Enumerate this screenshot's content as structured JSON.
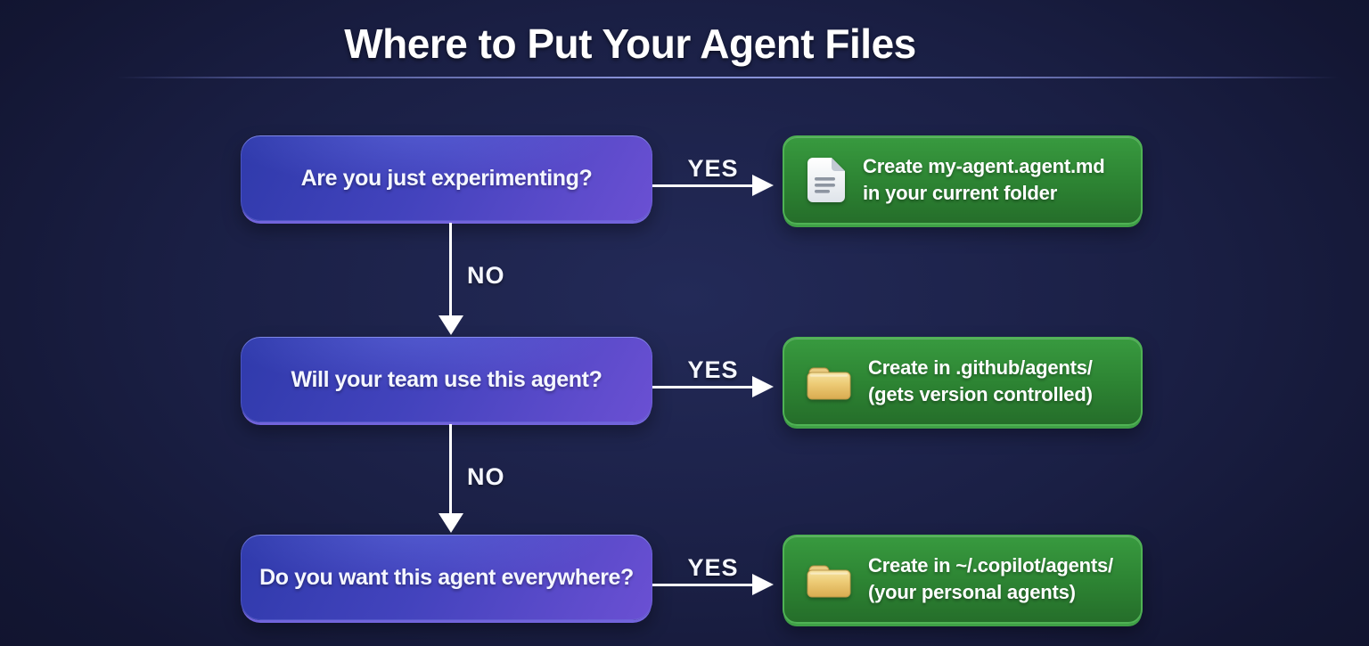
{
  "title": "Where to Put Your Agent Files",
  "colors": {
    "background_center": "#232a58",
    "background_edge": "#0e1128",
    "decision_box_gradient_start": "#2f3aab",
    "decision_box_gradient_end": "#6b50d3",
    "result_box_fill": "#2d8433",
    "result_box_border": "#4fb254",
    "arrow": "#ffffff",
    "text": "#ffffff"
  },
  "flow": {
    "rows": [
      {
        "question": "Are you just experimenting?",
        "yes_label": "YES",
        "icon": "document-icon",
        "result_line1": "Create my-agent.agent.md",
        "result_line2": "in your current folder",
        "no_label": "NO"
      },
      {
        "question": "Will your team use this agent?",
        "yes_label": "YES",
        "icon": "folder-icon",
        "result_line1": "Create in .github/agents/",
        "result_line2": "(gets version controlled)",
        "no_label": "NO"
      },
      {
        "question": "Do you want this agent everywhere?",
        "yes_label": "YES",
        "icon": "folder-icon",
        "result_line1": "Create in ~/.copilot/agents/",
        "result_line2": "(your personal agents)"
      }
    ]
  }
}
